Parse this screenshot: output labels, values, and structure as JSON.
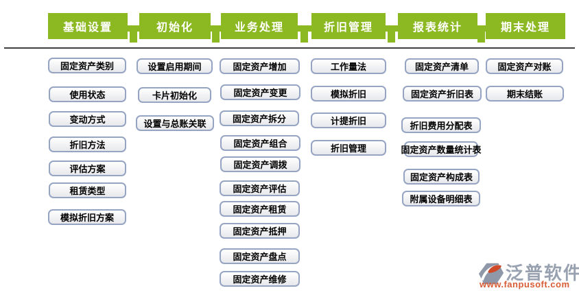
{
  "colors": {
    "tab_green": "#8cb822",
    "button_border": "#95a4c2",
    "divider_gray": "#3f3f3f",
    "brand_gray": "#98a1b0",
    "brand_orange": "#d85c36"
  },
  "modules": [
    {
      "tab": "基础设置",
      "items": [
        "固定资产类别",
        "使用状态",
        "变动方式",
        "折旧方法",
        "评估方案",
        "租赁类型",
        "模拟折旧方案"
      ]
    },
    {
      "tab": "初始化",
      "items": [
        "设置启用期间",
        "卡片初始化",
        "设置与总账关联"
      ]
    },
    {
      "tab": "业务处理",
      "items": [
        "固定资产增加",
        "固定资产变更",
        "固定资产拆分",
        "固定资产组合",
        "固定资产调拨",
        "固定资产评估",
        "固定资产租赁",
        "固定资产抵押",
        "固定资产盘点",
        "固定资产维修"
      ]
    },
    {
      "tab": "折旧管理",
      "items": [
        "工作量法",
        "模拟折旧",
        "计提折旧",
        "折旧管理"
      ]
    },
    {
      "tab": "报表统计",
      "items": [
        "固定资产清单",
        "固定资产折旧表",
        "折旧费用分配表",
        "固定资产数量统计表",
        "固定资产构成表",
        "附属设备明细表"
      ]
    },
    {
      "tab": "期末处理",
      "items": [
        "固定资产对账",
        "期末结账"
      ]
    }
  ],
  "brand": {
    "name": "泛普软件",
    "url": "www.fanpusoft.com"
  }
}
